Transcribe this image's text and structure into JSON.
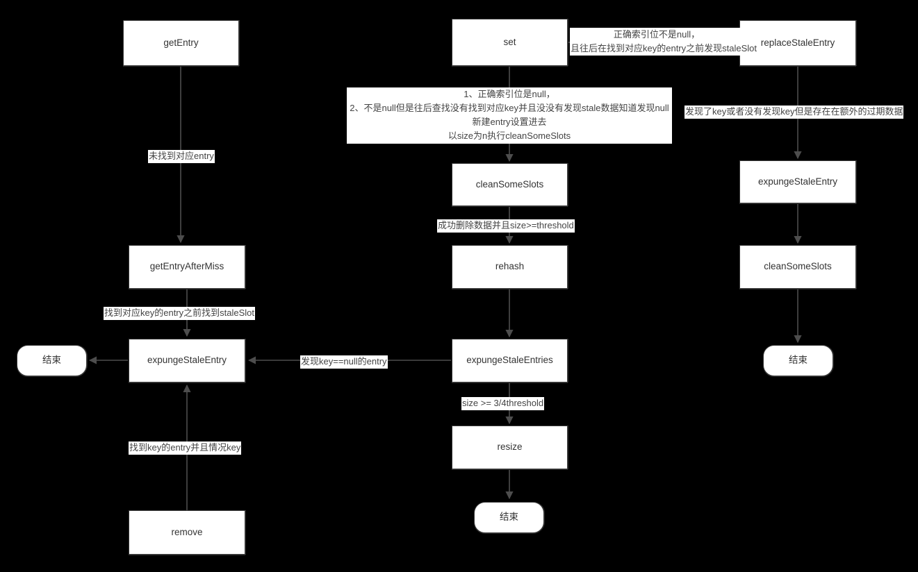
{
  "diagram": {
    "title": "ThreadLocalMap get/set flow",
    "background": "#000000",
    "node_fill": "#ffffff",
    "node_stroke": "#3b3b3b",
    "text_color": "#333333",
    "edge_color": "#4d4d4d"
  },
  "nodes": {
    "get_entry": "getEntry",
    "get_entry_after_miss": "getEntryAfterMiss",
    "expunge_stale_entry_left": "expungeStaleEntry",
    "remove": "remove",
    "end_left": "结束",
    "set": "set",
    "clean_some_slots_mid": "cleanSomeSlots",
    "rehash": "rehash",
    "expunge_stale_entries": "expungeStaleEntries",
    "resize": "resize",
    "end_mid": "结束",
    "replace_stale_entry": "replaceStaleEntry",
    "expunge_stale_entry_right": "expungeStaleEntry",
    "clean_some_slots_right": "cleanSomeSlots",
    "end_right": "结束"
  },
  "edge_labels": {
    "get_entry_to_after_miss": "未找到对应entry",
    "after_miss_to_expunge": "找到对应key的entry之前找到staleSlot",
    "remove_to_expunge": "找到key的entry并且情况key",
    "expunge_entries_to_expunge_entry": "发现key==null的entry",
    "set_to_clean_some_slots": "1、正确索引位是null，\n2、不是null但是往后查找没有找到对应key并且没没有发现stale数据知道发现null\n新建entry设置进去\n以size为n执行cleanSomeSlots",
    "clean_to_rehash": "成功删除数据并且size>=threshold",
    "entries_to_resize": "size >= 3/4threshold",
    "set_to_replace_stale_entry": "正确索引位不是null，\n且往后在找到对应key的entry之前发现staleSlot",
    "replace_to_expunge_right": "发现了key或者没有发现key但是存在在额外的过期数据"
  },
  "chart_data": {
    "type": "diagram",
    "layout": "flowchart",
    "columns": 3,
    "edges": [
      {
        "from": "getEntry",
        "to": "getEntryAfterMiss",
        "label": "未找到对应entry"
      },
      {
        "from": "getEntryAfterMiss",
        "to": "expungeStaleEntry",
        "label": "找到对应key的entry之前找到staleSlot"
      },
      {
        "from": "expungeStaleEntry",
        "to": "结束",
        "label": ""
      },
      {
        "from": "remove",
        "to": "expungeStaleEntry",
        "label": "找到key的entry并且情况key"
      },
      {
        "from": "expungeStaleEntries",
        "to": "expungeStaleEntry",
        "label": "发现key==null的entry"
      },
      {
        "from": "set",
        "to": "cleanSomeSlots",
        "label": "1、正确索引位是null，2、不是null但是往后查找没有找到对应key并且没没有发现stale数据知道发现null 新建entry设置进去 以size为n执行cleanSomeSlots"
      },
      {
        "from": "cleanSomeSlots",
        "to": "rehash",
        "label": "成功删除数据并且size>=threshold"
      },
      {
        "from": "rehash",
        "to": "expungeStaleEntries",
        "label": ""
      },
      {
        "from": "expungeStaleEntries",
        "to": "resize",
        "label": "size >= 3/4threshold"
      },
      {
        "from": "resize",
        "to": "结束",
        "label": ""
      },
      {
        "from": "set",
        "to": "replaceStaleEntry",
        "label": "正确索引位不是null，且往后在找到对应key的entry之前发现staleSlot"
      },
      {
        "from": "replaceStaleEntry",
        "to": "expungeStaleEntry",
        "label": "发现了key或者没有发现key但是存在在额外的过期数据"
      },
      {
        "from": "expungeStaleEntry",
        "to": "cleanSomeSlots",
        "label": ""
      },
      {
        "from": "cleanSomeSlots",
        "to": "结束",
        "label": ""
      }
    ]
  }
}
